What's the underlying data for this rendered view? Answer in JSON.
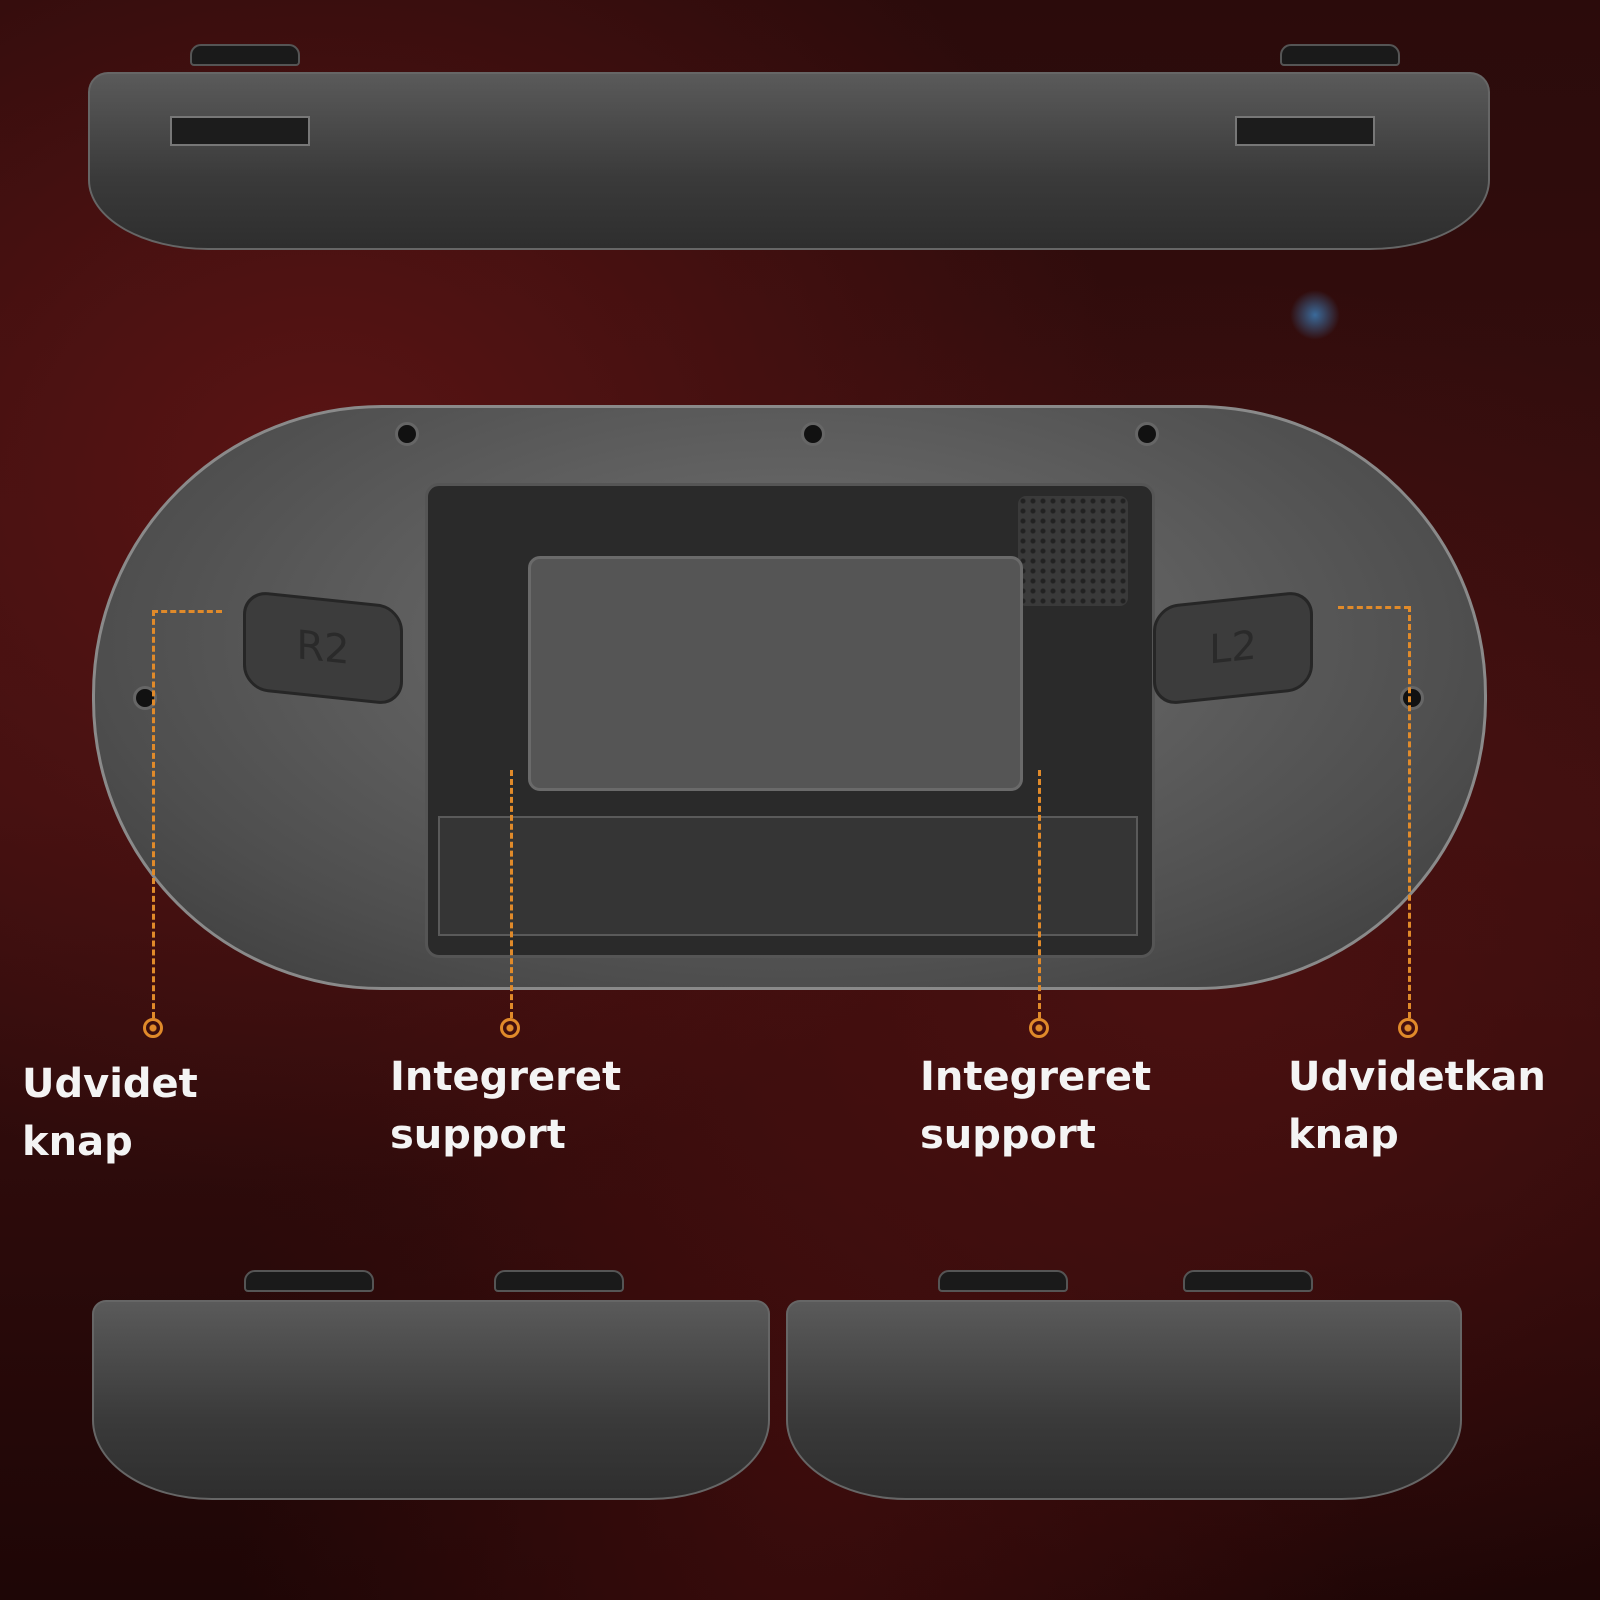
{
  "trigger_labels": {
    "left": "R2",
    "right": "L2"
  },
  "callouts": [
    {
      "line1": "Udvidet",
      "line2": "knap"
    },
    {
      "line1": "Integreret",
      "line2": "support"
    },
    {
      "line1": "Integreret",
      "line2": "support"
    },
    {
      "line1": "Udvidetkan",
      "line2": "knap"
    }
  ],
  "accent_color": "#e08a2a"
}
